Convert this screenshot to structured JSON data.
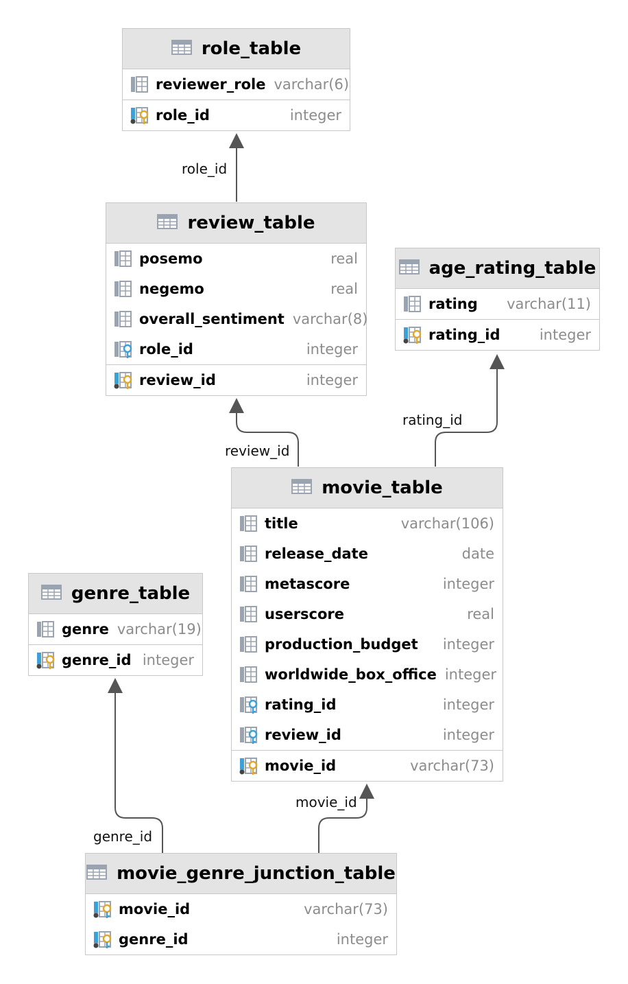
{
  "tables": {
    "role_table": {
      "name": "role_table",
      "columns": [
        {
          "name": "reviewer_role",
          "type": "varchar(6)",
          "kind": "column"
        }
      ],
      "keys": [
        {
          "name": "role_id",
          "type": "integer",
          "kind": "pk"
        }
      ]
    },
    "review_table": {
      "name": "review_table",
      "columns": [
        {
          "name": "posemo",
          "type": "real",
          "kind": "column"
        },
        {
          "name": "negemo",
          "type": "real",
          "kind": "column"
        },
        {
          "name": "overall_sentiment",
          "type": "varchar(8)",
          "kind": "column"
        },
        {
          "name": "role_id",
          "type": "integer",
          "kind": "fk"
        }
      ],
      "keys": [
        {
          "name": "review_id",
          "type": "integer",
          "kind": "pk"
        }
      ]
    },
    "age_rating_table": {
      "name": "age_rating_table",
      "columns": [
        {
          "name": "rating",
          "type": "varchar(11)",
          "kind": "column"
        }
      ],
      "keys": [
        {
          "name": "rating_id",
          "type": "integer",
          "kind": "pk"
        }
      ]
    },
    "movie_table": {
      "name": "movie_table",
      "columns": [
        {
          "name": "title",
          "type": "varchar(106)",
          "kind": "column"
        },
        {
          "name": "release_date",
          "type": "date",
          "kind": "column"
        },
        {
          "name": "metascore",
          "type": "integer",
          "kind": "column"
        },
        {
          "name": "userscore",
          "type": "real",
          "kind": "column"
        },
        {
          "name": "production_budget",
          "type": "integer",
          "kind": "column"
        },
        {
          "name": "worldwide_box_office",
          "type": "integer",
          "kind": "column"
        },
        {
          "name": "rating_id",
          "type": "integer",
          "kind": "fk"
        },
        {
          "name": "review_id",
          "type": "integer",
          "kind": "fk"
        }
      ],
      "keys": [
        {
          "name": "movie_id",
          "type": "varchar(73)",
          "kind": "pk"
        }
      ]
    },
    "genre_table": {
      "name": "genre_table",
      "columns": [
        {
          "name": "genre",
          "type": "varchar(19)",
          "kind": "column"
        }
      ],
      "keys": [
        {
          "name": "genre_id",
          "type": "integer",
          "kind": "pk"
        }
      ]
    },
    "movie_genre_junction_table": {
      "name": "movie_genre_junction_table",
      "columns": [],
      "keys": [
        {
          "name": "movie_id",
          "type": "varchar(73)",
          "kind": "pkfk"
        },
        {
          "name": "genre_id",
          "type": "integer",
          "kind": "pkfk"
        }
      ]
    }
  },
  "relationships": [
    {
      "from": "review_table",
      "to": "role_table",
      "label": "role_id"
    },
    {
      "from": "movie_table",
      "to": "review_table",
      "label": "review_id"
    },
    {
      "from": "movie_table",
      "to": "age_rating_table",
      "label": "rating_id"
    },
    {
      "from": "movie_genre_junction_table",
      "to": "genre_table",
      "label": "genre_id"
    },
    {
      "from": "movie_genre_junction_table",
      "to": "movie_table",
      "label": "movie_id"
    }
  ],
  "colors": {
    "header_bg": "#e4e4e4",
    "border": "#c8c8c8",
    "type_text": "#8c8c8c",
    "edge": "#555555",
    "key_gold": "#e0a82e",
    "key_blue": "#3ba1d8"
  }
}
